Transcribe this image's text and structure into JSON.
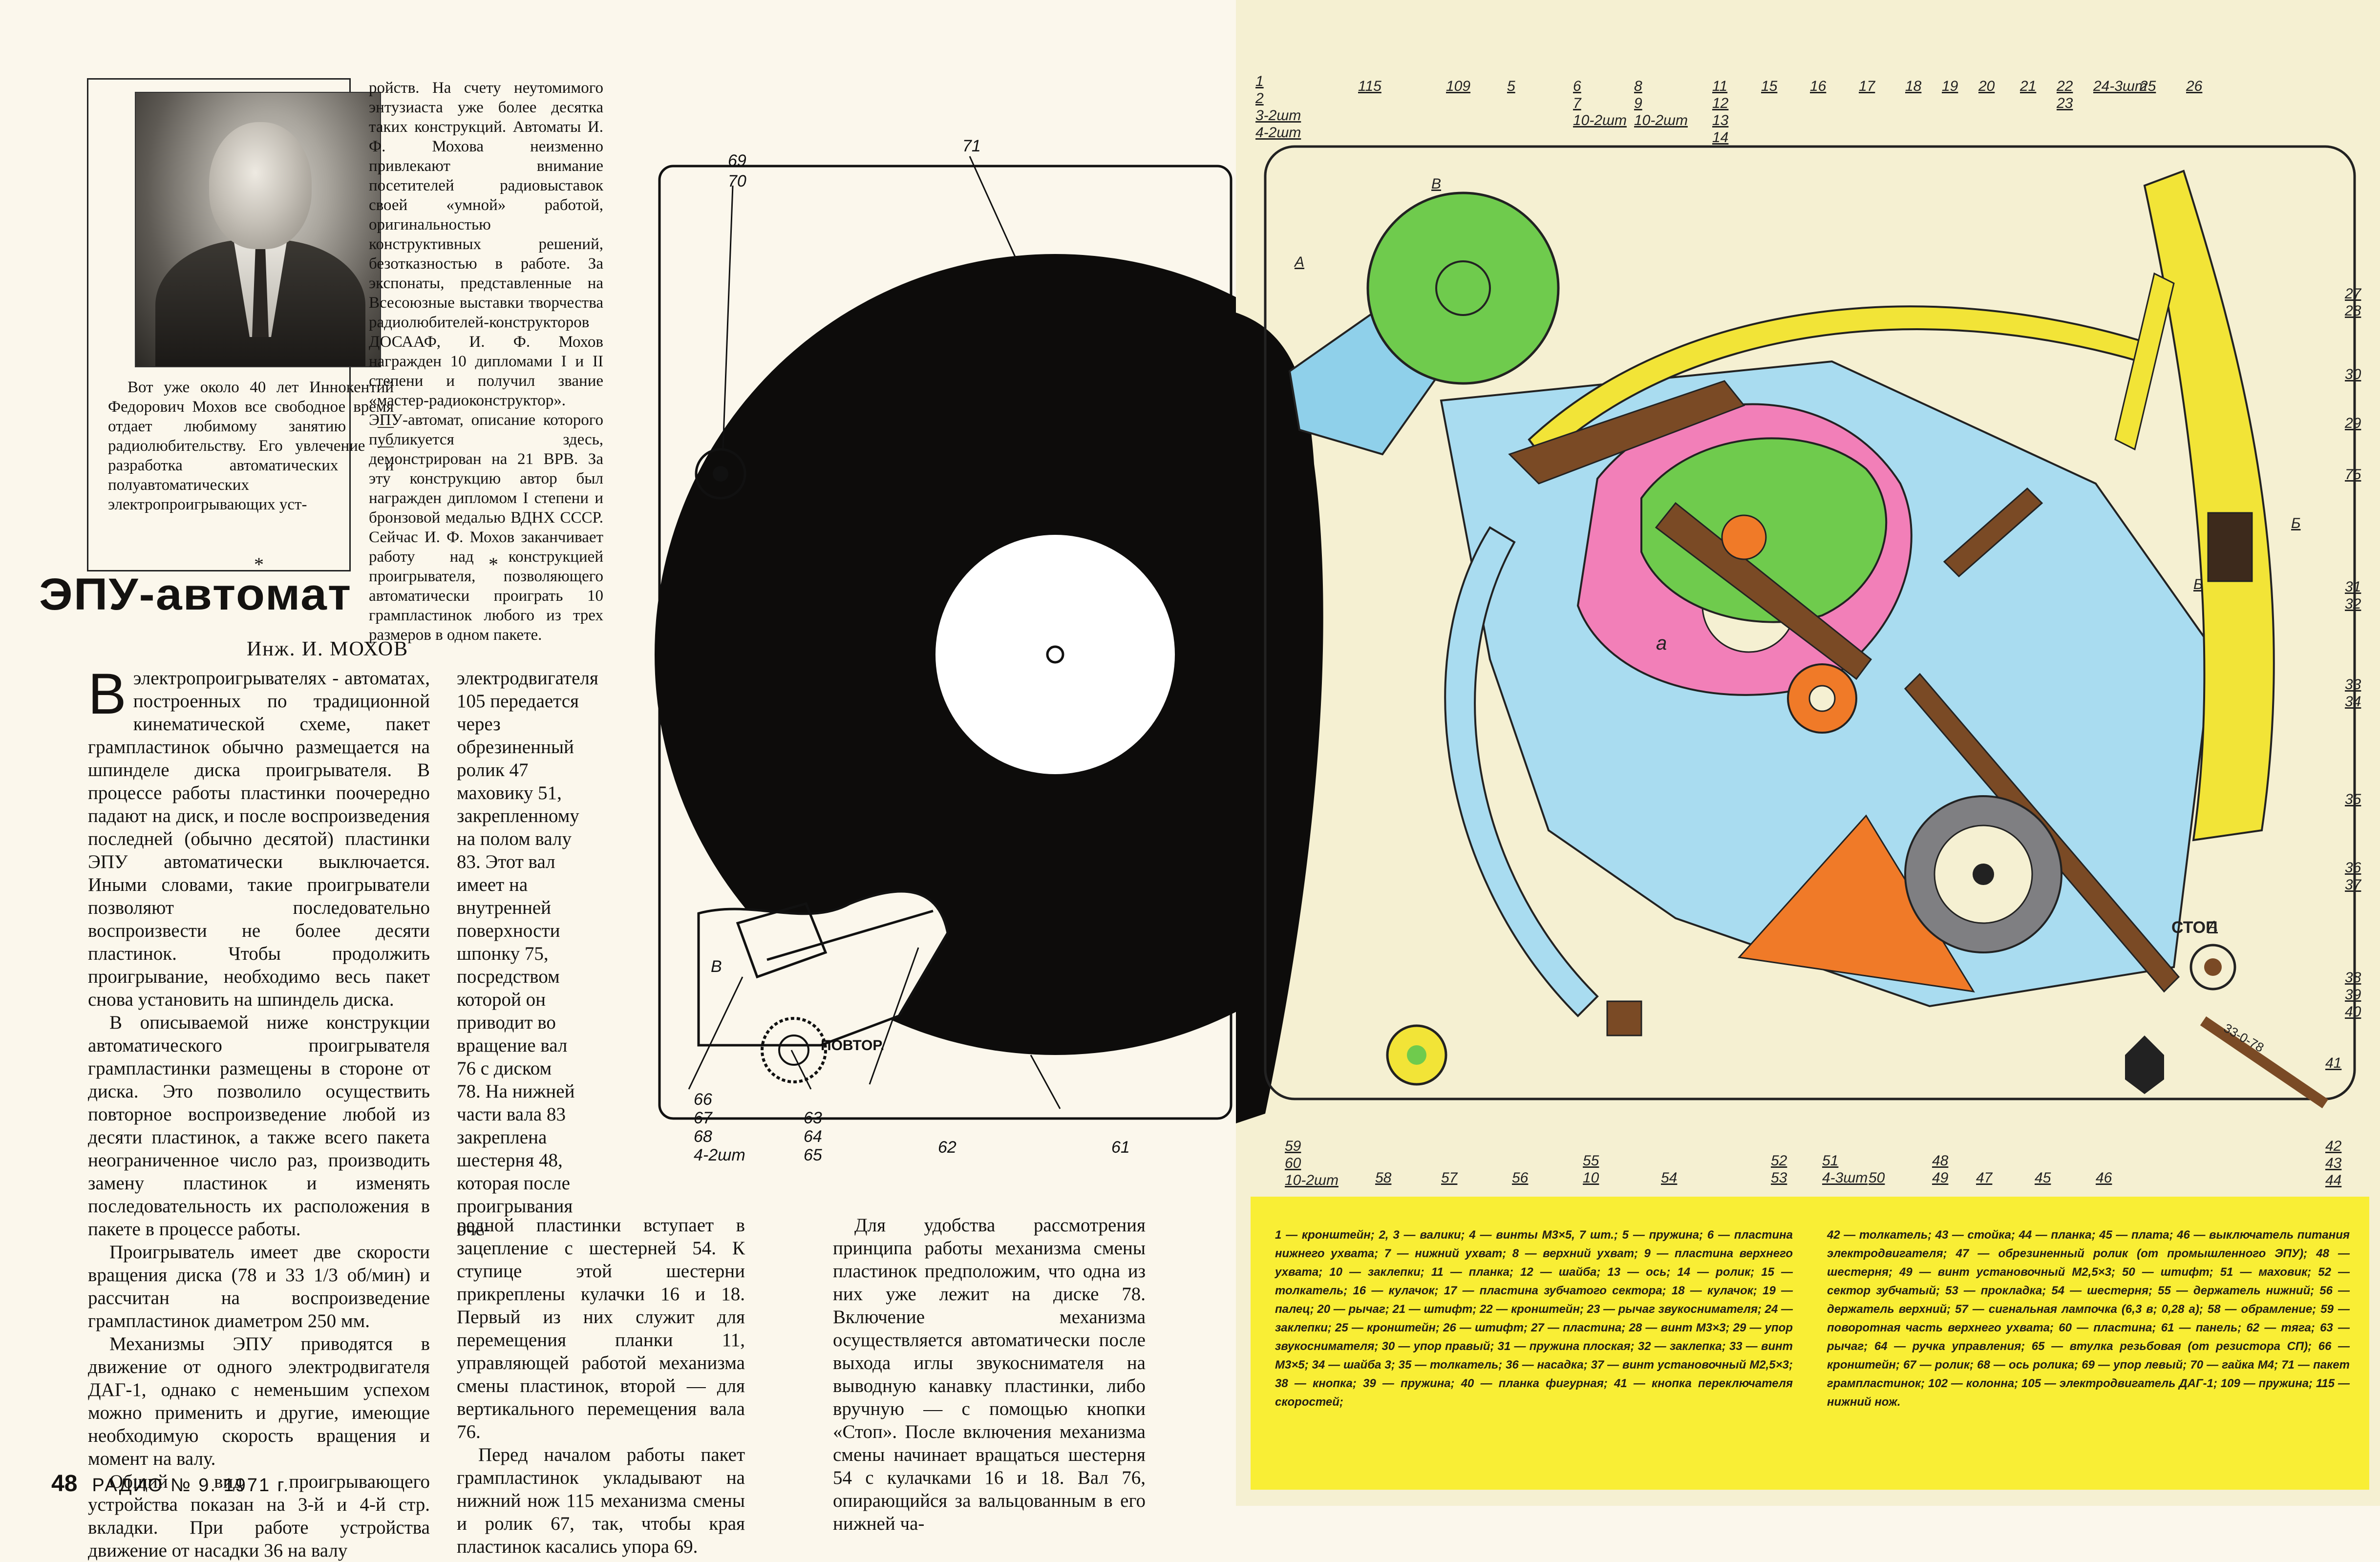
{
  "page_number": "48",
  "journal": "РАДИО № 9. 1971 г.",
  "headline": "ЭПУ-автомат",
  "byline": "Инж. И. МОХОВ",
  "photo_caption": "Вот уже около 40 лет Иннокентий Федорович Мохов все свободное время отдает любимому занятию — радиолюбительству. Его увлечение — разработка автоматических и полуавтоматических электропроигрывающих уст-",
  "intro_col": "ройств. На счету неутомимого энтузиаста уже более десятка таких конструкций. Автоматы И. Ф. Мохова неизменно привлекают внимание посетителей радиовыставок своей «умной» работой, оригинальностью конструктивных решений, безотказностью в работе. За экспонаты, представленные на Всесоюзные выставки творчества радиолюбителей-конструкторов ДОСААФ, И. Ф. Мохов награжден 10 дипломами I и II степени и получил звание «мастер-радиоконструктор». ЭПУ-автомат, описание которого публикуется здесь, демонстрирован на 21 ВРВ. За эту конструкцию автор был награжден дипломом I степени и бронзовой медалью ВДНХ СССР. Сейчас И. Ф. Мохов заканчивает работу над конструкцией проигрывателя, позволяющего автоматически проиграть 10 грампластинок любого из трех размеров в одном пакете.",
  "body": {
    "col1": [
      "электропроигрывателях - автоматах, построенных по традиционной кинематической схеме, пакет грампластинок обычно размещается на шпинделе диска проигрывателя. В процессе работы пластинки поочередно падают на диск, и после воспроизведения последней (обычно десятой) пластинки ЭПУ автоматически выключается. Иными словами, такие проигрыватели позволяют последовательно воспроизвести не более десяти пластинок. Чтобы продолжить проигрывание, необходимо весь пакет снова установить на шпиндель диска.",
      "В описываемой ниже конструкции автоматического проигрывателя грампластинки размещены в стороне от диска. Это позволило осуществить повторное воспроизведение любой из десяти пластинок, а также всего пакета неограниченное число раз, производить замену пластинок и изменять последовательность их расположения в пакете в процессе работы.",
      "Проигрыватель имеет две скорости вращения диска (78 и 33 1/3 об/мин) и рассчитан на воспроизведение грампластинок диаметром 250 мм.",
      "Механизмы ЭПУ приводятся в движение от одного электродвигателя ДАГ-1, однако с неменьшим успехом можно применить и другие, имеющие необходимую скорость вращения и момент на валу.",
      "Общий вид проигрывающего устройства показан на 3-й и 4-й стр. вкладки. При работе устройства движение от насадки 36 на валу"
    ],
    "col2_narrow": "электродвигателя 105 передается через обрезиненный ролик 47 маховику 51, закрепленному на полом валу 83. Этот вал имеет на внутренней поверхности шпонку 75, посредством которой он приводит во вращение вал 76 с диском 78. На нижней части вала 83 закреплена шестерня 48, которая после проигрывания оче-",
    "col2_full": "редной пластинки вступает в зацепление с шестерней 54. К ступице этой шестерни прикреплены кулачки 16 и 18. Первый из них служит для перемещения планки 11, управляющей работой механизма смены пластинок, второй — для вертикального перемещения вала 76.",
    "col2_last": "Перед началом работы пакет грампластинок укладывают на нижний нож 115 механизма смены и ролик 67, так, чтобы края пластинок касались упора 69.",
    "col3": "Для удобства рассмотрения принципа работы механизма смены пластинок предположим, что одна из них уже лежит на диске 78. Включение механизма осуществляется автоматически после выхода иглы звукоснимателя на выводную канавку пластинки, либо вручную — с помощью кнопки «Стоп». После включения механизма смены начинает вращаться шестерня 54 с кулачками 16 и 18. Вал 76, опирающийся за вальцованным в его нижней ча-"
  },
  "figure_left": {
    "labels": [
      "69",
      "70",
      "71",
      "В",
      "ПОВТОР.",
      "66",
      "67",
      "68",
      "4-2шт",
      "63",
      "64",
      "65",
      "62",
      "61"
    ]
  },
  "figure_right": {
    "label_stop": "СТОП",
    "label_a": "а",
    "label_speed": "33-0-78",
    "top_labels": [
      {
        "t": "1"
      },
      {
        "t": "2"
      },
      {
        "t": "3-2шт"
      },
      {
        "t": "4-2шт"
      },
      {
        "t": "115"
      },
      {
        "t": "109"
      },
      {
        "t": "5"
      },
      {
        "t": "6"
      },
      {
        "t": "7"
      },
      {
        "t": "10-2шт"
      },
      {
        "t": "8"
      },
      {
        "t": "9"
      },
      {
        "t": "10-2шт"
      },
      {
        "t": "11"
      },
      {
        "t": "12"
      },
      {
        "t": "13"
      },
      {
        "t": "14"
      },
      {
        "t": "15"
      },
      {
        "t": "16"
      },
      {
        "t": "17"
      },
      {
        "t": "18"
      },
      {
        "t": "19"
      },
      {
        "t": "20"
      },
      {
        "t": "21"
      },
      {
        "t": "22"
      },
      {
        "t": "23"
      },
      {
        "t": "24-3шт"
      },
      {
        "t": "25"
      },
      {
        "t": "26"
      }
    ],
    "right_labels": [
      "27",
      "28",
      "30",
      "29",
      "75",
      "31",
      "32",
      "33",
      "34",
      "35",
      "36",
      "37",
      "38",
      "39",
      "40",
      "41",
      "42",
      "43",
      "44"
    ],
    "bottom_labels": [
      "59",
      "60",
      "10-2шт",
      "58",
      "57",
      "56",
      "55",
      "10",
      "54",
      "52",
      "53",
      "51",
      "4-3шт",
      "50",
      "48",
      "49",
      "47",
      "45",
      "46"
    ],
    "section_marks": [
      "А",
      "Б",
      "Б",
      "А",
      "В"
    ]
  },
  "legend_left": "1 — кронштейн; 2, 3 — валики; 4 — винты М3×5, 7 шт.; 5 — пружина; 6 — пластина нижнего ухвата; 7 — нижний ухват; 8 — верхний ухват; 9 — пластина верхнего ухвата; 10 — заклепки; 11 — планка; 12 — шайба; 13 — ось; 14 — ролик; 15 — толкатель; 16 — кулачок; 17 — пластина зубчатого сектора; 18 — кулачок; 19 — палец; 20 — рычаг; 21 — штифт; 22 — кронштейн; 23 — рычаг звукоснимателя; 24 — заклепки; 25 — кронштейн; 26 — штифт; 27 — пластина; 28 — винт М3×3; 29 — упор звукоснимателя; 30 — упор правый; 31 — пружина плоская; 32 — заклепка; 33 — винт М3×5; 34 — шайба 3; 35 — толкатель; 36 — насадка; 37 — винт установочный М2,5×3; 38 — кнопка; 39 — пружина; 40 — планка фигурная; 41 — кнопка переключателя скоростей;",
  "legend_right": "42 — толкатель; 43 — стойка; 44 — планка; 45 — плата; 46 — выключатель питания электродвигателя; 47 — обрезиненный ролик (от промышленного ЭПУ); 48 — шестерня; 49 — винт установочный М2,5×3; 50 — штифт; 51 — маховик; 52 — сектор зубчатый; 53 — прокладка; 54 — шестерня; 55 — держатель нижний; 56 — держатель верхний; 57 — сигнальная лампочка (6,3 в; 0,28 а); 58 — обрамление; 59 — поворотная часть верхнего ухвата; 60 — пластина; 61 — панель; 62 — тяга; 63 — рычаг; 64 — ручка управления; 65 — втулка резьбовая (от резистора СП); 66 — кронштейн; 67 — ролик; 68 — ось ролика; 69 — упор левый; 70 — гайка М4; 71 — пакет грампластинок; 102 — колонна; 105 — электродвигатель ДАГ-1; 109 — пружина; 115 — нижний нож.",
  "colors": {
    "paper_left": "#fbf7ec",
    "paper_right": "#f5f0d2",
    "legend_yellow": "#f9ee35",
    "plate_blue": "#a9dcf0",
    "cam_green": "#6fcb4d",
    "cam_pink": "#f27fb8",
    "arm_yellow": "#f2e437",
    "lever_brown": "#7a4a25",
    "sector_orange": "#f07a28",
    "wheel_grey": "#7f7f82"
  }
}
